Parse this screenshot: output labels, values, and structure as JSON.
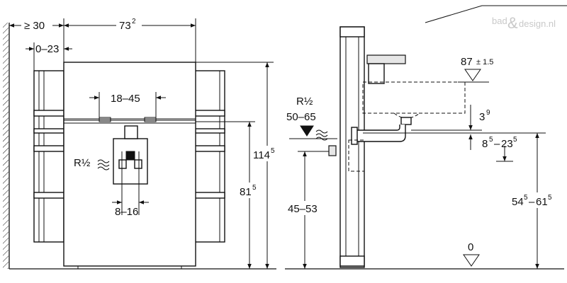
{
  "watermark": {
    "left": "bad",
    "amp": "&",
    "right": "design.nl"
  },
  "front_view": {
    "dim_min_wall": "≥ 30",
    "dim_width": {
      "base": "73",
      "sup": "2"
    },
    "dim_offset": "0–23",
    "dim_spacing_top": "18–45",
    "supply_label": "R½",
    "dim_spacing_bottom": "8–16",
    "dim_height_total": {
      "base": "114",
      "sup": "5"
    },
    "dim_height_mid": {
      "base": "81",
      "sup": "5"
    }
  },
  "side_view": {
    "supply_label": "R½",
    "dim_supply_range": "50–65",
    "dim_87": {
      "base": "87",
      "tol": "± 1.5"
    },
    "dim_39": {
      "base": "3",
      "sup": "9"
    },
    "dim_85_235": {
      "a": "8",
      "a_sup": "5",
      "b": "23",
      "b_sup": "5"
    },
    "dim_45_53": "45–53",
    "dim_545_615": {
      "a": "54",
      "a_sup": "5",
      "b": "61",
      "b_sup": "5"
    },
    "dim_zero": "0"
  }
}
